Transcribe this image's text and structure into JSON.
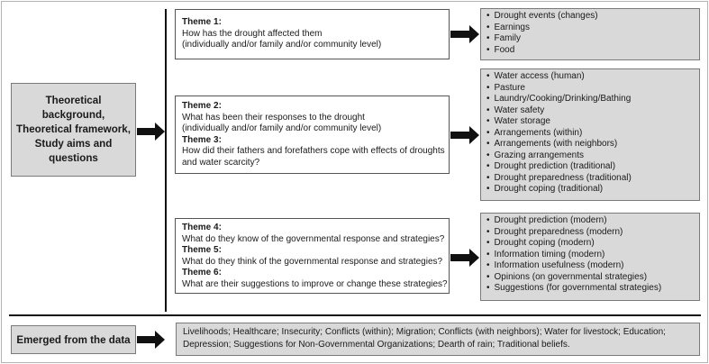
{
  "left_box": {
    "lines": [
      "Theoretical background,",
      "Theoretical framework,",
      "Study aims and",
      "questions"
    ]
  },
  "themes": [
    {
      "items": [
        {
          "title": "Theme 1:",
          "lines": [
            "How has the drought affected them",
            "(individually and/or family and/or community level)"
          ]
        }
      ],
      "outcomes": [
        "Drought events (changes)",
        "Earnings",
        "Family",
        "Food"
      ]
    },
    {
      "items": [
        {
          "title": "Theme 2:",
          "lines": [
            "What has been their responses to the drought",
            "(individually and/or family and/or community level)"
          ]
        },
        {
          "title": "Theme 3:",
          "lines": [
            "How did their fathers and forefathers cope with effects of droughts",
            "and water scarcity?"
          ]
        }
      ],
      "outcomes": [
        "Water access (human)",
        "Pasture",
        "Laundry/Cooking/Drinking/Bathing",
        "Water safety",
        "Water storage",
        "Arrangements (within)",
        "Arrangements (with neighbors)",
        "Grazing arrangements",
        "Drought prediction (traditional)",
        "Drought preparedness (traditional)",
        "Drought coping (traditional)"
      ]
    },
    {
      "items": [
        {
          "title": "Theme 4:",
          "lines": [
            "What do they know of the governmental response and strategies?"
          ]
        },
        {
          "title": "Theme 5:",
          "lines": [
            "What do they think of the governmental response and strategies?"
          ]
        },
        {
          "title": "Theme 6:",
          "lines": [
            "What are their suggestions to improve or change these strategies?"
          ]
        }
      ],
      "outcomes": [
        "Drought prediction (modern)",
        "Drought preparedness (modern)",
        "Drought coping (modern)",
        "Information timing (modern)",
        "Information usefulness (modern)",
        "Opinions (on governmental strategies)",
        "Suggestions (for governmental strategies)"
      ]
    }
  ],
  "emerged": {
    "label": "Emerged from the data",
    "text": "Livelihoods; Healthcare; Insecurity; Conflicts (within); Migration; Conflicts (with neighbors); Water for livestock; Education; Depression; Suggestions for Non-Governmental Organizations; Dearth of rain; Traditional beliefs."
  },
  "colors": {
    "box_fill": "#d9d9d9",
    "line": "#111111"
  }
}
